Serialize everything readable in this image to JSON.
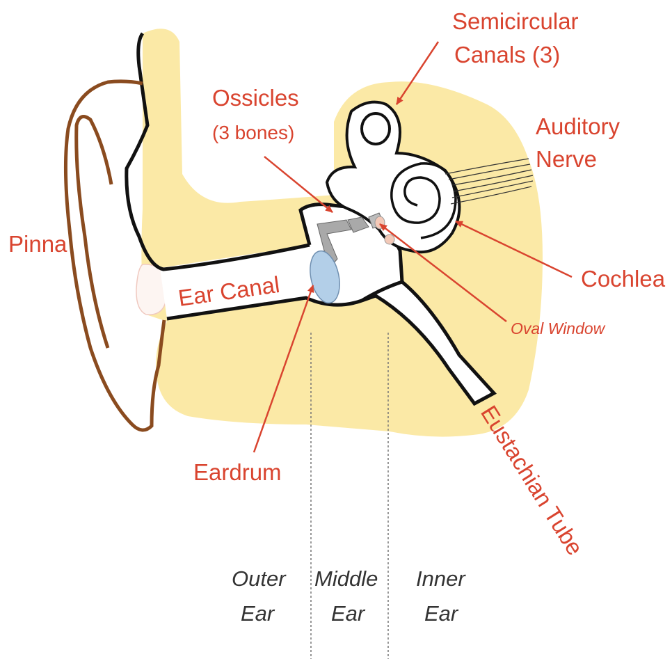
{
  "labels": {
    "semicircular_line1": "Semicircular",
    "semicircular_line2": "Canals (3)",
    "ossicles_line1": "Ossicles",
    "ossicles_line2": "(3 bones)",
    "auditory_line1": "Auditory",
    "auditory_line2": "Nerve",
    "pinna": "Pinna",
    "ear_canal": "Ear Canal",
    "cochlea": "Cochlea",
    "oval_window": "Oval Window",
    "eustachian_tube": "Eustachian Tube",
    "eardrum": "Eardrum"
  },
  "sections": {
    "outer_line1": "Outer",
    "outer_line2": "Ear",
    "middle_line1": "Middle",
    "middle_line2": "Ear",
    "inner_line1": "Inner",
    "inner_line2": "Ear"
  },
  "colors": {
    "bone": "#fbe9a6",
    "label": "#d9442f",
    "outline": "#111111",
    "pinna": "#8a4b1f",
    "eardrum": "#b3cfe8",
    "ossicle": "#a9a9a9",
    "section_text": "#333333"
  }
}
